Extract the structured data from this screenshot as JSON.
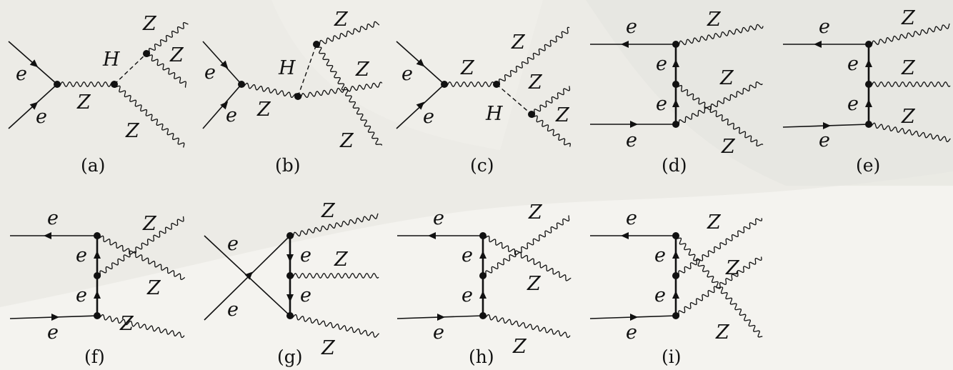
{
  "panels": [
    {
      "id": "a",
      "caption": "(a)",
      "labels": [
        "e",
        "e",
        "Z",
        "H",
        "Z",
        "Z",
        "Z"
      ]
    },
    {
      "id": "b",
      "caption": "(b)",
      "labels": [
        "e",
        "e",
        "Z",
        "H",
        "Z",
        "Z",
        "Z"
      ]
    },
    {
      "id": "c",
      "caption": "(c)",
      "labels": [
        "e",
        "e",
        "Z",
        "Z",
        "Z",
        "H",
        "Z"
      ]
    },
    {
      "id": "d",
      "caption": "(d)",
      "labels": [
        "e",
        "e",
        "e",
        "e",
        "Z",
        "Z",
        "Z"
      ]
    },
    {
      "id": "e",
      "caption": "(e)",
      "labels": [
        "e",
        "e",
        "e",
        "e",
        "Z",
        "Z",
        "Z"
      ]
    },
    {
      "id": "f",
      "caption": "(f)",
      "labels": [
        "e",
        "e",
        "e",
        "e",
        "Z",
        "Z",
        "Z"
      ]
    },
    {
      "id": "g",
      "caption": "(g)",
      "labels": [
        "e",
        "e",
        "e",
        "e",
        "Z",
        "Z",
        "Z"
      ]
    },
    {
      "id": "h",
      "caption": "(h)",
      "labels": [
        "e",
        "e",
        "e",
        "e",
        "Z",
        "Z",
        "Z"
      ]
    },
    {
      "id": "i",
      "caption": "(i)",
      "labels": [
        "e",
        "e",
        "e",
        "e",
        "Z",
        "Z",
        "Z"
      ]
    }
  ]
}
